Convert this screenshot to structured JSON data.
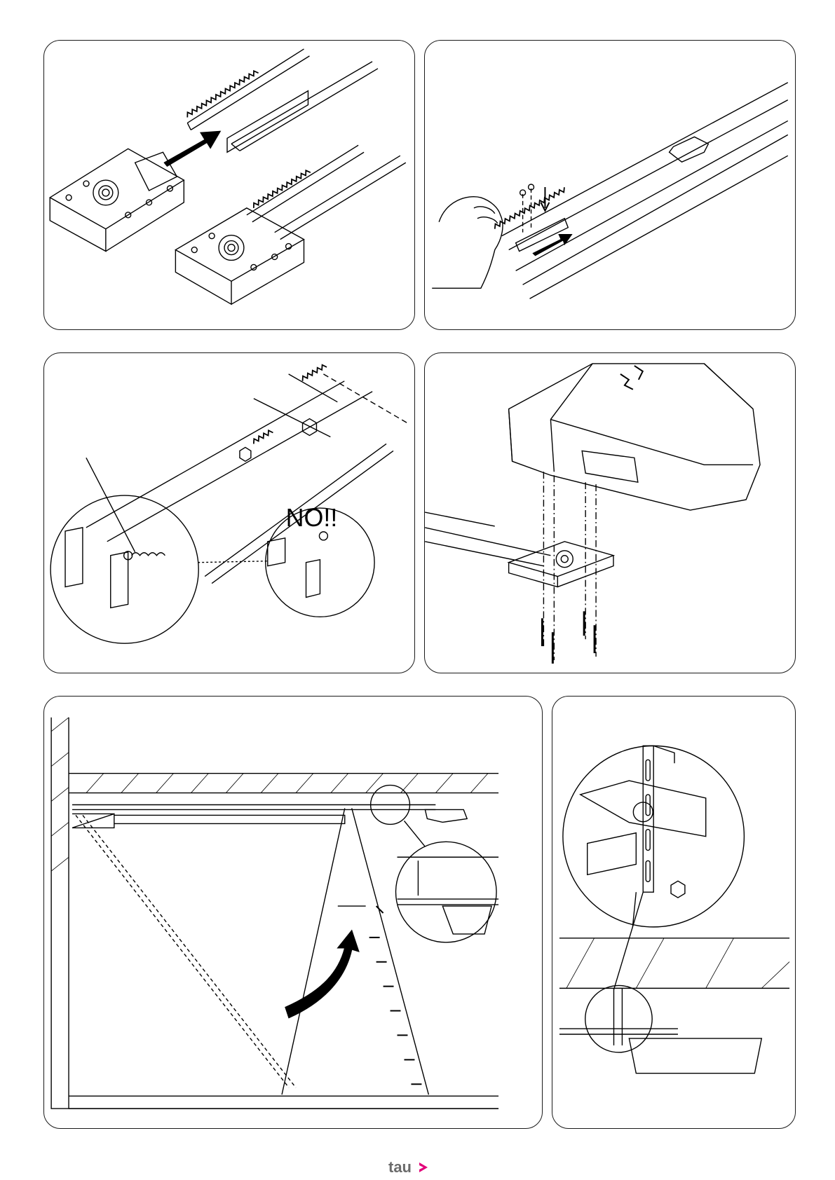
{
  "panels": [
    {
      "id": 1,
      "content": "rail-slide-insertion"
    },
    {
      "id": 2,
      "content": "rack-screw-fixing"
    },
    {
      "id": 3,
      "content": "spring-bolt-detail",
      "warning_label": "NO!!"
    },
    {
      "id": 4,
      "content": "motor-cover-mounting"
    },
    {
      "id": 5,
      "content": "ladder-ceiling-installation"
    },
    {
      "id": 6,
      "content": "bracket-detail"
    }
  ],
  "footer": {
    "brand": "tau",
    "brand_color": "#6b6b6b",
    "arrow_color": "#e2007a"
  }
}
